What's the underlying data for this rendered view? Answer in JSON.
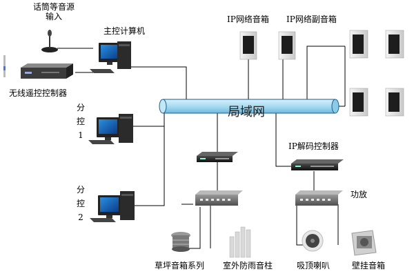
{
  "labels": {
    "mic_source": "话筒等音源\n输入",
    "main_computer": "主控计算机",
    "wireless_remote": "无线遥控控制器",
    "ip_speaker": "IP网络音箱",
    "ip_sub_speaker": "IP网络副音箱",
    "lan": "局域网",
    "sub_control_1": "分\n控\n1",
    "sub_control_2": "分\n控\n2",
    "ip_decoder": "IP解码控制器",
    "amplifier": "功放",
    "lawn_speaker": "草坪音箱系列",
    "outdoor_column": "室外防雨音柱",
    "ceiling_speaker": "吸顶喇叭",
    "wall_speaker": "壁挂音箱"
  }
}
